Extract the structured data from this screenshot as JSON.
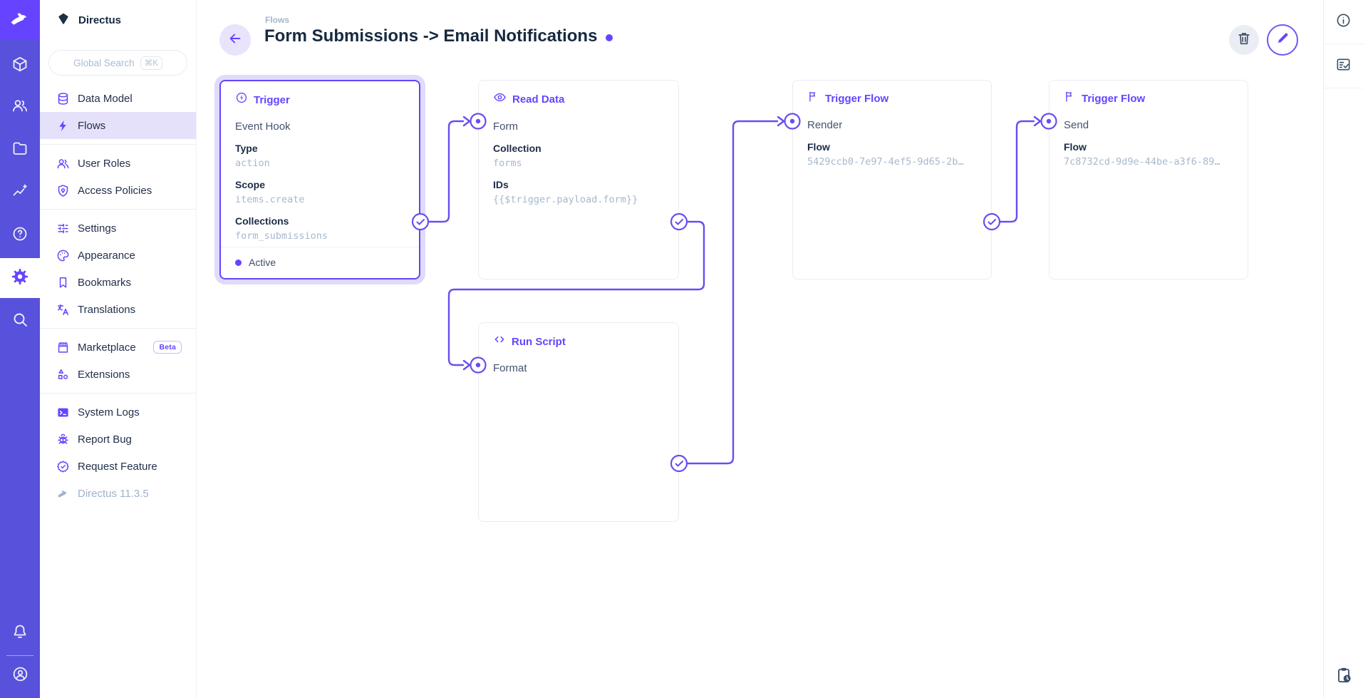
{
  "colors": {
    "accent": "#6644FF",
    "module_bar": "#5851DC",
    "logo_tile": "#6644FF",
    "nav_active_bg": "#e5e1fb",
    "title": "#172940",
    "subdued_text": "#a6b8cd"
  },
  "module_bar": {
    "logo_icon": "directus-rabbit-logo",
    "modules": [
      {
        "icon": "box-icon"
      },
      {
        "icon": "users-icon"
      },
      {
        "icon": "folder-icon"
      },
      {
        "icon": "insights-icon"
      },
      {
        "icon": "help-icon"
      },
      {
        "icon": "gear-icon",
        "active": true
      },
      {
        "icon": "search-icon"
      }
    ],
    "bottom": [
      {
        "icon": "bell-icon"
      },
      {
        "icon": "user-circle-icon"
      }
    ]
  },
  "sidebar": {
    "project_name": "Directus",
    "search": {
      "placeholder": "Global Search",
      "shortcut": "⌘K"
    },
    "items": [
      {
        "label": "Data Model",
        "icon": "database-icon"
      },
      {
        "label": "Flows",
        "icon": "bolt-icon",
        "active": true
      },
      {
        "label": "User Roles",
        "icon": "user-roles-icon"
      },
      {
        "label": "Access Policies",
        "icon": "shield-icon"
      },
      {
        "label": "Settings",
        "icon": "sliders-icon"
      },
      {
        "label": "Appearance",
        "icon": "palette-icon"
      },
      {
        "label": "Bookmarks",
        "icon": "bookmark-icon"
      },
      {
        "label": "Translations",
        "icon": "translate-icon"
      },
      {
        "label": "Marketplace",
        "icon": "storefront-icon",
        "badge": "Beta"
      },
      {
        "label": "Extensions",
        "icon": "shapes-icon"
      },
      {
        "label": "System Logs",
        "icon": "terminal-icon"
      },
      {
        "label": "Report Bug",
        "icon": "bug-icon"
      },
      {
        "label": "Request Feature",
        "icon": "seal-check-icon"
      },
      {
        "label": "Directus 11.3.5",
        "icon": "rabbit-icon",
        "muted": true
      }
    ]
  },
  "header": {
    "breadcrumb": "Flows",
    "title": "Form Submissions -> Email Notifications",
    "status_dot_color": "#6644FF",
    "actions": [
      {
        "icon": "trash-icon"
      },
      {
        "icon": "pencil-icon"
      }
    ]
  },
  "flow": {
    "trigger": {
      "title": "Trigger",
      "icon": "bolt-circle-icon",
      "subtitle": "Event Hook",
      "fields": [
        {
          "label": "Type",
          "value": "action"
        },
        {
          "label": "Scope",
          "value": "items.create"
        },
        {
          "label": "Collections",
          "value": "form_submissions"
        }
      ],
      "status": "Active"
    },
    "read_data": {
      "title": "Read Data",
      "icon": "eye-icon",
      "name": "Form",
      "fields": [
        {
          "label": "Collection",
          "value": "forms"
        },
        {
          "label": "IDs",
          "value": "{{$trigger.payload.form}}"
        }
      ]
    },
    "trigger_flow_render": {
      "title": "Trigger Flow",
      "icon": "flag-icon",
      "name": "Render",
      "fields": [
        {
          "label": "Flow",
          "value": "5429ccb0-7e97-4ef5-9d65-2b…"
        }
      ]
    },
    "trigger_flow_send": {
      "title": "Trigger Flow",
      "icon": "flag-icon",
      "name": "Send",
      "fields": [
        {
          "label": "Flow",
          "value": "7c8732cd-9d9e-44be-a3f6-89…"
        }
      ]
    },
    "run_script": {
      "title": "Run Script",
      "icon": "code-icon",
      "name": "Format"
    }
  },
  "right_bar": {
    "icons": [
      "info-icon",
      "list-check-icon"
    ],
    "bottom_icon": "clipboard-clock-icon"
  }
}
